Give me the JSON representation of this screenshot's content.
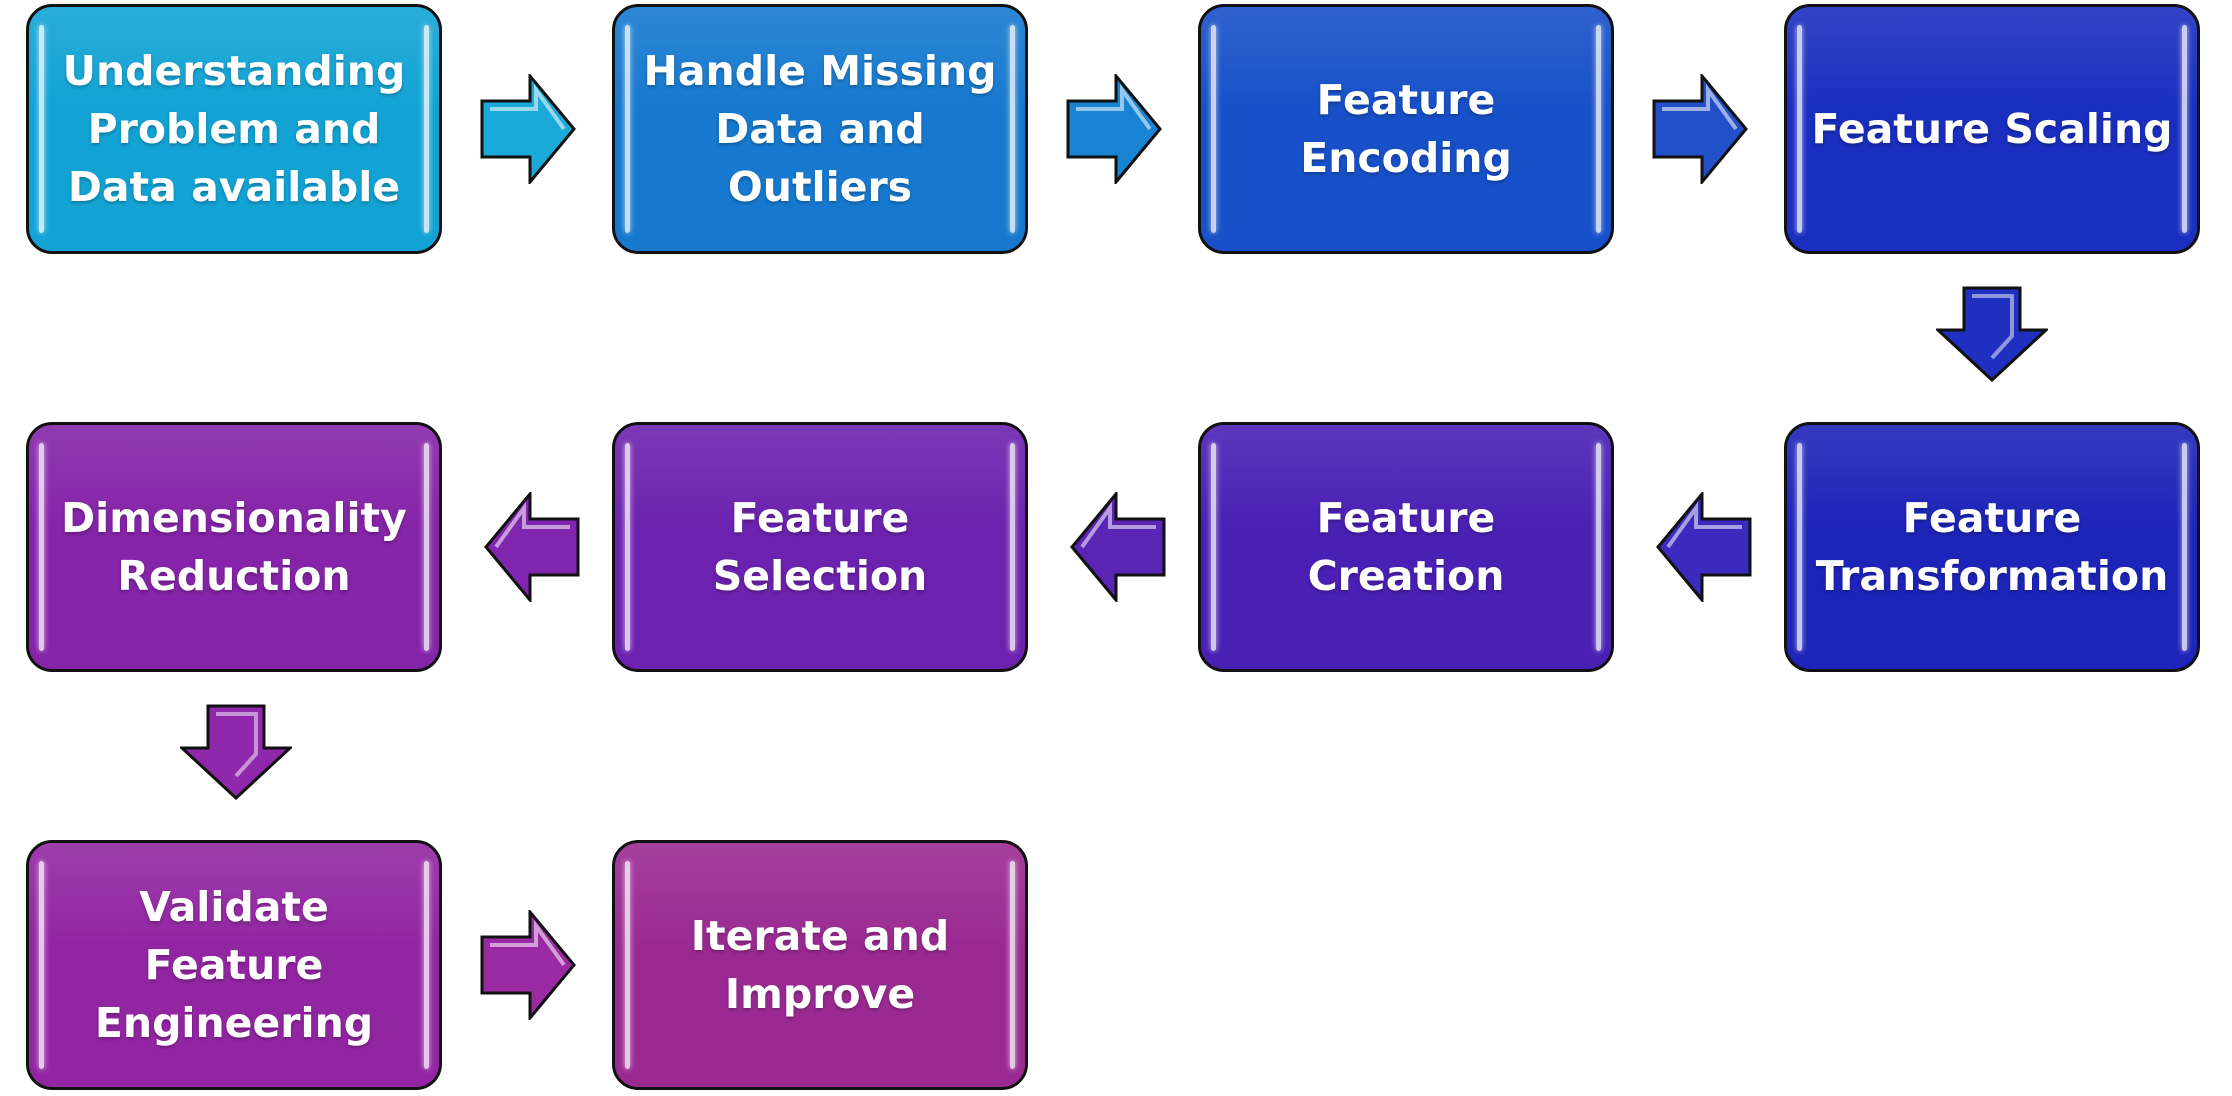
{
  "steps": [
    {
      "label": "Understanding\nProblem and\nData available",
      "color": "#12A3D4"
    },
    {
      "label": "Handle Missing\nData and\nOutliers",
      "color": "#1679CF"
    },
    {
      "label": "Feature\nEncoding",
      "color": "#1750C8"
    },
    {
      "label": "Feature Scaling",
      "color": "#1A2EBF"
    },
    {
      "label": "Feature\nTransformation",
      "color": "#1D24B8"
    },
    {
      "label": "Feature Creation",
      "color": "#4A20B4"
    },
    {
      "label": "Feature\nSelection",
      "color": "#6C22AE"
    },
    {
      "label": "Dimensionality\nReduction",
      "color": "#8524A8"
    },
    {
      "label": "Validate Feature\nEngineering",
      "color": "#9226A2"
    },
    {
      "label": "Iterate and\nImprove",
      "color": "#9A2A92"
    }
  ],
  "arrows": [
    {
      "from": 1,
      "to": 2,
      "direction": "right",
      "color": "#1BA9D8"
    },
    {
      "from": 2,
      "to": 3,
      "direction": "right",
      "color": "#1783D2"
    },
    {
      "from": 3,
      "to": 4,
      "direction": "right",
      "color": "#2150C8"
    },
    {
      "from": 4,
      "to": 5,
      "direction": "down",
      "color": "#1F2FBF"
    },
    {
      "from": 5,
      "to": 6,
      "direction": "left",
      "color": "#3A2ABE"
    },
    {
      "from": 6,
      "to": 7,
      "direction": "left",
      "color": "#5A24B4"
    },
    {
      "from": 7,
      "to": 8,
      "direction": "left",
      "color": "#8026AE"
    },
    {
      "from": 8,
      "to": 9,
      "direction": "down",
      "color": "#9028AC"
    },
    {
      "from": 9,
      "to": 10,
      "direction": "right",
      "color": "#9A2AA4"
    }
  ]
}
